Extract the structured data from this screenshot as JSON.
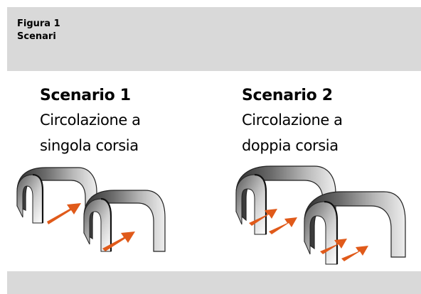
{
  "figure": {
    "number": "Figura 1",
    "title": "Scenari"
  },
  "scenarios": [
    {
      "title": "Scenario 1",
      "line1": "Circolazione a",
      "line2": "singola corsia"
    },
    {
      "title": "Scenario 2",
      "line1": "Circolazione a",
      "line2": "doppia corsia"
    }
  ],
  "colors": {
    "band": "#d9d9d9",
    "arrow": "#e05a1a",
    "tunnel_dark": "#3f3f3f",
    "tunnel_light": "#f4f4f4"
  }
}
